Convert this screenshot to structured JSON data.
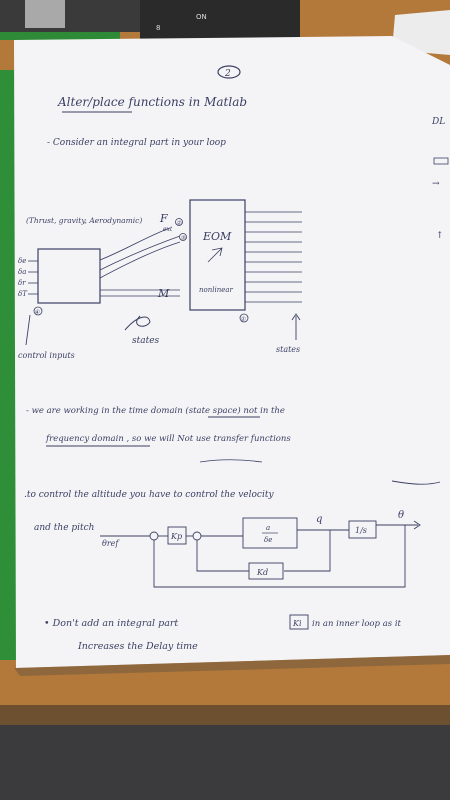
{
  "photo": {
    "page_number": "2",
    "heading": "Alter/place functions in Matlab",
    "note_integral": "- Consider an integral part in your loop",
    "forces_label": "(Thrust, gravity, Aerodynamic)",
    "force_F": "F",
    "force_F_sub": "ext",
    "eom_label": "EOM",
    "eom_sub": "nonlinear",
    "moment_M": "M",
    "inputs": [
      "δe",
      "δa",
      "δr",
      "δT"
    ],
    "label_control_inputs": "control inputs",
    "label_states_lower": "states",
    "label_states_right": "states",
    "circle_marks": [
      "②",
      "③",
      "①",
      "④"
    ],
    "note_time_domain_1": "- we are working in the time domain (state space) not in the",
    "note_time_domain_2": "frequency domain , so we will Not use transfer functions",
    "note_control_1": ".to control the altitude you have to control the velocity",
    "note_control_2": "and the pitch",
    "block_theta_ref": "θref",
    "block_kp": "Kp",
    "block_plant_num": "a",
    "block_plant_den": "δe",
    "block_q": "q",
    "block_integrator": "1/s",
    "block_theta_out": "θ",
    "block_kd": "Kd",
    "note_integral_2a": "• Don't add an integral part",
    "note_integral_2_box": "Ki",
    "note_integral_2b": "in an inner loop as it",
    "note_integral_3": "Increases the Delay time",
    "right_marks": [
      "DL",
      "→",
      "↑"
    ],
    "device_label": "8",
    "device_logo": "ON"
  },
  "colors": {
    "ink": "#3b3f63",
    "paper": "#f3f3f5",
    "desk": "#b07a3c",
    "green_board": "#2f8a35"
  }
}
